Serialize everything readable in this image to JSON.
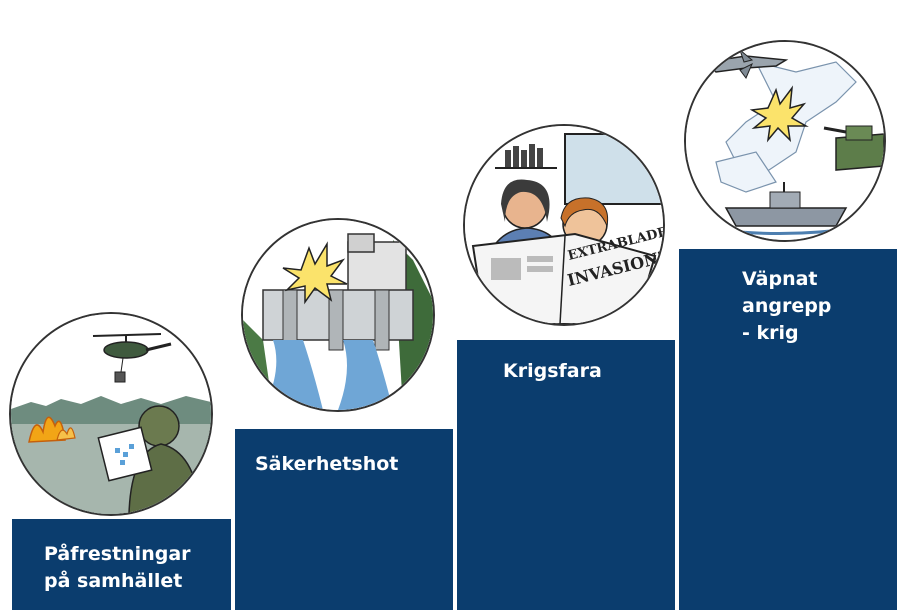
{
  "colors": {
    "step_fill": "#0b3d6e",
    "label_text": "#ffffff",
    "circle_border": "#333333"
  },
  "steps": [
    {
      "label": "Påfrestningar\npå samhället",
      "illustration": "helicopter-forest-fire-soldier-map-icon"
    },
    {
      "label": "Säkerhetshot",
      "illustration": "dam-explosion-icon"
    },
    {
      "label": "Krigsfara",
      "illustration": "people-reading-newspaper-icon",
      "newspaper_masthead": "EXTRABLADET",
      "newspaper_headline": "INVASION?"
    },
    {
      "label": "Väpnat\nangrepp\n- krig",
      "illustration": "fighter-jet-tank-warship-map-icon"
    }
  ]
}
